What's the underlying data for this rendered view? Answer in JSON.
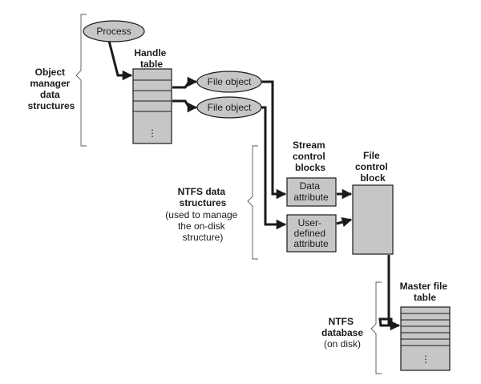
{
  "labels": {
    "process": "Process",
    "handle_table": [
      "Handle",
      "table"
    ],
    "object_manager": [
      "Object",
      "manager",
      "data",
      "structures"
    ],
    "file_object_1": "File object",
    "file_object_2": "File object",
    "stream_control_blocks": [
      "Stream",
      "control",
      "blocks"
    ],
    "data_attribute": [
      "Data",
      "attribute"
    ],
    "user_defined_attribute": [
      "User-",
      "defined",
      "attribute"
    ],
    "file_control_block": [
      "File",
      "control",
      "block"
    ],
    "ntfs_data_structures": [
      "NTFS data",
      "structures"
    ],
    "ntfs_data_structures_note": [
      "(used to manage",
      "the on-disk",
      "structure)"
    ],
    "master_file_table": [
      "Master file",
      "table"
    ],
    "ntfs_database": [
      "NTFS",
      "database"
    ],
    "ntfs_database_note": "(on disk)",
    "ellipsis": "⋮"
  }
}
